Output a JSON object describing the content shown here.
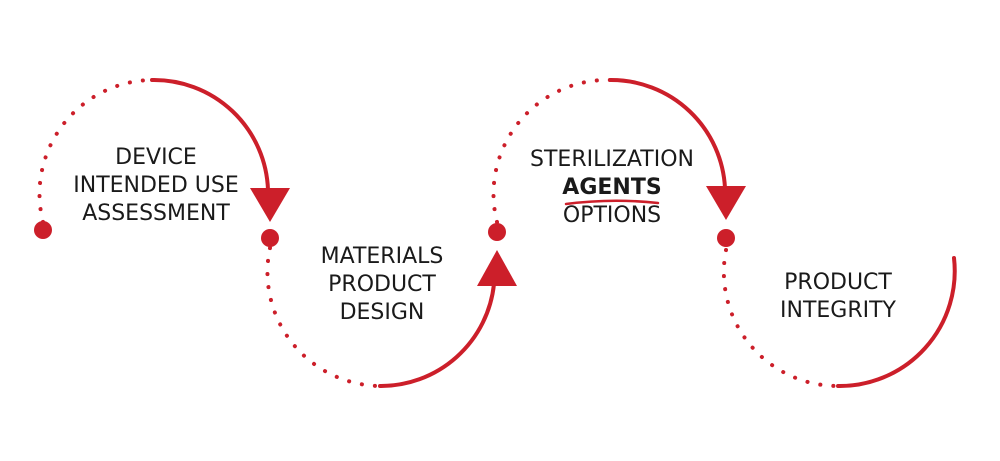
{
  "colors": {
    "accent": "#cc1f2a",
    "text": "#1a1a1a",
    "background": "#ffffff"
  },
  "stages": [
    {
      "id": "device-intended-use-assessment",
      "lines": [
        "DEVICE",
        "INTENDED USE",
        "ASSESSMENT"
      ]
    },
    {
      "id": "materials-product-design",
      "lines": [
        "MATERIALS",
        "PRODUCT",
        "DESIGN"
      ]
    },
    {
      "id": "sterilization-agents-options",
      "lines": [
        "STERILIZATION",
        "AGENTS",
        "OPTIONS"
      ],
      "emphasis_line": 1
    },
    {
      "id": "product-integrity",
      "lines": [
        "PRODUCT",
        "INTEGRITY"
      ]
    }
  ]
}
